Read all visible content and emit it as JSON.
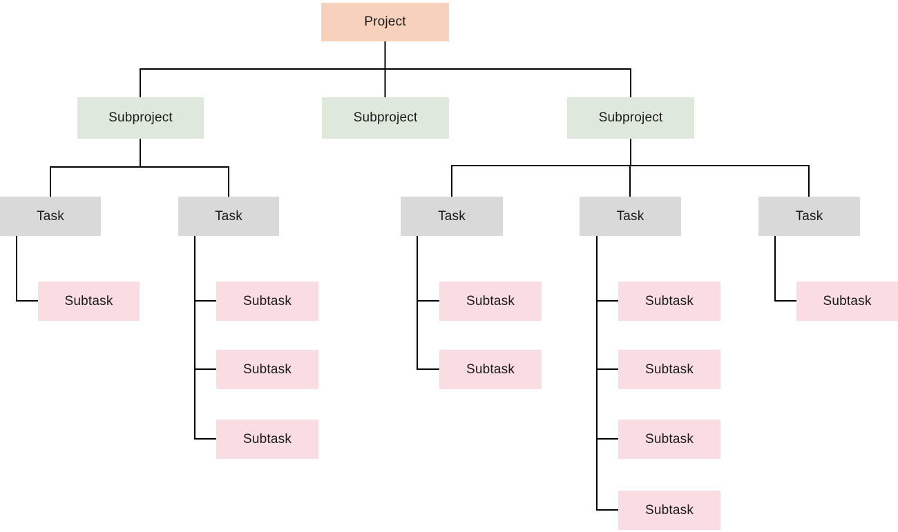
{
  "colors": {
    "project": "#f8d1bc",
    "subproject": "#dee9db",
    "task": "#d9d9d9",
    "subtask": "#fadce3",
    "line": "#000000",
    "text": "#1a1a1a",
    "background": "#ffffff"
  },
  "tree": {
    "label": "Project",
    "children": [
      {
        "label": "Subproject",
        "children": [
          {
            "label": "Task",
            "children": [
              {
                "label": "Subtask"
              }
            ]
          },
          {
            "label": "Task",
            "children": [
              {
                "label": "Subtask"
              },
              {
                "label": "Subtask"
              },
              {
                "label": "Subtask"
              }
            ]
          }
        ]
      },
      {
        "label": "Subproject",
        "children": []
      },
      {
        "label": "Subproject",
        "children": [
          {
            "label": "Task",
            "children": [
              {
                "label": "Subtask"
              },
              {
                "label": "Subtask"
              }
            ]
          },
          {
            "label": "Task",
            "children": [
              {
                "label": "Subtask"
              },
              {
                "label": "Subtask"
              },
              {
                "label": "Subtask"
              },
              {
                "label": "Subtask"
              }
            ]
          },
          {
            "label": "Task",
            "children": [
              {
                "label": "Subtask"
              }
            ]
          }
        ]
      }
    ]
  }
}
